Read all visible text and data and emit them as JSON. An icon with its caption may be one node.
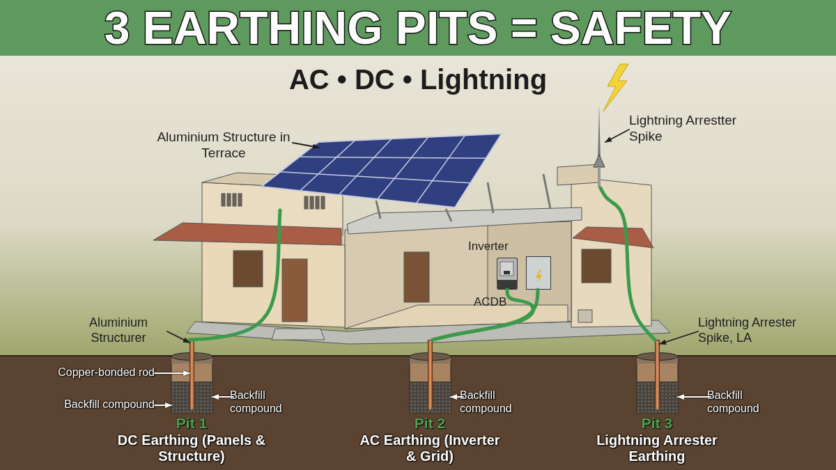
{
  "diagram": {
    "title": "3 EARTHING PITS = SAFETY",
    "nodes": [
      {
        "text": [
          "Aluminium Structure in Terrace"
        ]
      },
      {
        "text": [],
        "shape": "picture"
      },
      {
        "text": [
          "Lightning Arrestter Spike"
        ]
      },
      {
        "text": [],
        "shape": "picture"
      },
      {
        "text": [],
        "shape": "picture"
      },
      {
        "text": [],
        "shape": "picture"
      },
      {
        "text": [
          "Aluminium Structurer"
        ]
      },
      {
        "text": [
          "Lightning Arrester Spike, LA"
        ]
      },
      {
        "text": [
          "Pit 1",
          "DC Earthing (Panels & Structure)"
        ]
      },
      {
        "text": [],
        "shape": "box",
        "in": 8
      },
      {
        "text": [],
        "shape": "bar"
      },
      {
        "text": [
          "Copper-bonded rod"
        ]
      },
      {
        "text": [
          "Backfill compound"
        ]
      },
      {
        "text": [
          "Backfill compound"
        ]
      },
      {
        "text": [
          "Pit 2",
          "AC Earthing (Inverter & Grid)"
        ]
      },
      {
        "text": [],
        "shape": "box",
        "in": 14
      },
      {
        "text": [],
        "shape": "bar"
      },
      {
        "text": [
          "Backfill compound"
        ]
      },
      {
        "text": [
          "Pit 3",
          "Lightning Arrester Earthing"
        ]
      },
      {
        "text": [],
        "shape": "box",
        "in": 18
      },
      {
        "text": [],
        "shape": "bar"
      },
      {
        "text": [
          "Backfill compound"
        ]
      }
    ],
    "edges": [
      {
        "from": 0,
        "to": 1,
        "arrow": "to",
        "color": "#1e1e1e"
      },
      {
        "from": 2,
        "to": 3,
        "arrow": "to",
        "color": "#1e1e1e"
      },
      {
        "from": 6,
        "to": 10,
        "arrow": "to",
        "color": "#1e1e1e"
      },
      {
        "from": 7,
        "to": 20,
        "arrow": "to",
        "color": "#1e1e1e"
      },
      {
        "from": 11,
        "to": 10,
        "arrow": "to",
        "color": "#ffffff"
      },
      {
        "from": 12,
        "to": 9,
        "arrow": "to",
        "color": "#ffffff"
      },
      {
        "from": 13,
        "to": 9,
        "arrow": "to",
        "color": "#ffffff"
      },
      {
        "from": 17,
        "to": 15,
        "arrow": "to",
        "color": "#ffffff"
      },
      {
        "from": 21,
        "to": 19,
        "arrow": "to",
        "color": "#ffffff"
      },
      {
        "from": 1,
        "to": 10,
        "arrow": "none",
        "style": "thick",
        "color": "#3c9a4c"
      },
      {
        "from": 4,
        "to": 16,
        "arrow": "none",
        "style": "thick",
        "color": "#3c9a4c"
      },
      {
        "from": 5,
        "to": 16,
        "arrow": "none",
        "style": "thick",
        "color": "#3c9a4c"
      },
      {
        "from": 3,
        "to": 20,
        "arrow": "none",
        "style": "thick",
        "color": "#3c9a4c"
      }
    ],
    "labels": [
      "AC • DC • Lightning",
      "Inverter",
      "ACDB"
    ]
  }
}
